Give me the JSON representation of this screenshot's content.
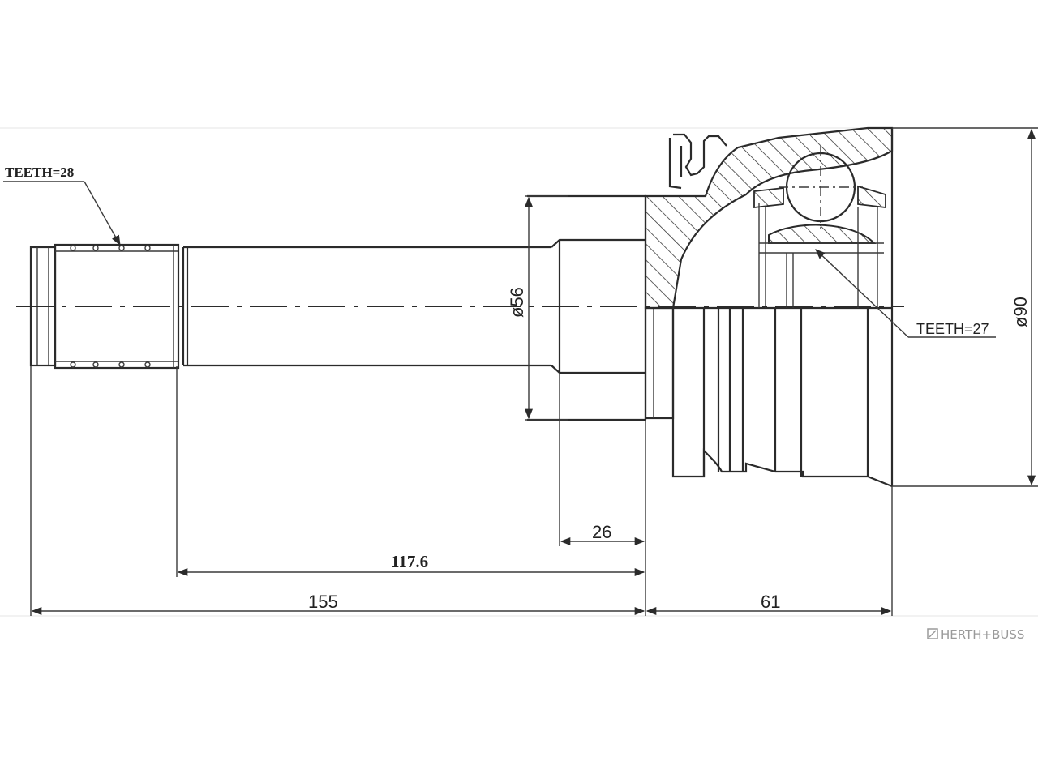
{
  "dimensions": {
    "overall_shaft_length": "155",
    "joint_length": "61",
    "spline_to_shoulder": "117.6",
    "stub_length": "26",
    "shaft_diameter": "ø56",
    "housing_diameter": "ø90"
  },
  "labels": {
    "teeth_outer": "TEETH=28",
    "teeth_inner": "TEETH=27"
  },
  "brand": {
    "name": "HERTH+BUSS",
    "color": "#9a9a9a"
  }
}
